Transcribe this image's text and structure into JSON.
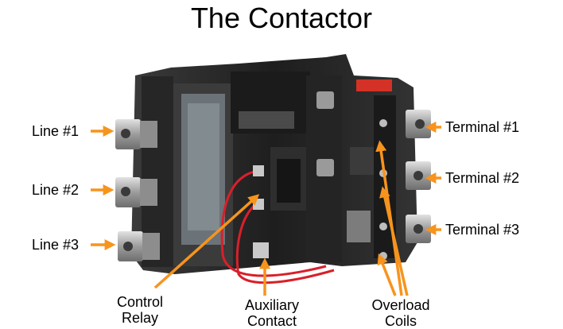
{
  "title": "The Contactor",
  "labels": {
    "line_1": "Line #1",
    "line_2": "Line #2",
    "line_3": "Line #3",
    "terminal_1": "Terminal #1",
    "terminal_2": "Terminal #2",
    "terminal_3": "Terminal #3",
    "control_relay": [
      "Control",
      "Relay"
    ],
    "auxiliary_contact": [
      "Auxiliary",
      "Contact"
    ],
    "overload_coils": [
      "Overload",
      "Coils"
    ]
  },
  "colors": {
    "arrow": "#f7941d",
    "housing": "#2b2b2b",
    "metal": "#b9b9b9",
    "wire": "#d8202a"
  }
}
